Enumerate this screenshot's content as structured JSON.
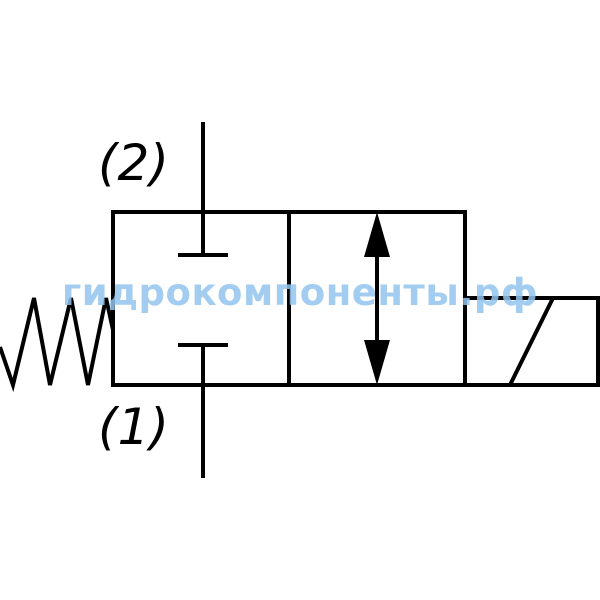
{
  "diagram": {
    "ports": {
      "top_label": "(2)",
      "bottom_label": "(1)"
    },
    "watermark": "гидрокомпоненты.рф",
    "colors": {
      "line": "#000000",
      "watermark": "#93c5ee",
      "background": "#ffffff"
    }
  }
}
